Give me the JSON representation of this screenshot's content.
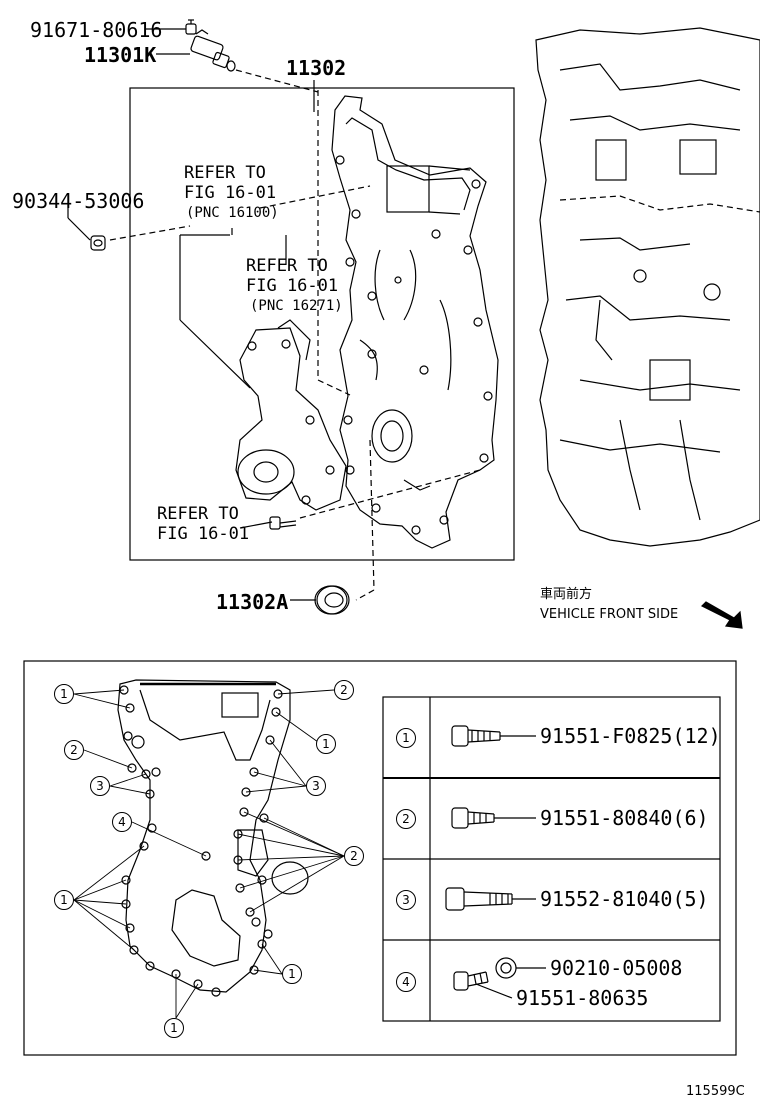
{
  "top_diagram": {
    "parts": [
      {
        "id": "p1",
        "number": "91671-80616"
      },
      {
        "id": "p2",
        "number": "11301K"
      },
      {
        "id": "p3",
        "number": "11302"
      },
      {
        "id": "p4",
        "number": "90344-53006"
      },
      {
        "id": "p5",
        "number": "11302A"
      }
    ],
    "refers": [
      {
        "line1": "REFER TO",
        "line2": "FIG 16-01",
        "line3": "(PNC 16100)"
      },
      {
        "line1": "REFER TO",
        "line2": "FIG 16-01",
        "line3": "(PNC 16271)"
      },
      {
        "line1": "REFER TO",
        "line2": "FIG 16-01"
      }
    ],
    "direction_jp": "車両前方",
    "direction_en": "VEHICLE FRONT SIDE"
  },
  "callout_marks": [
    "1",
    "2",
    "3",
    "4"
  ],
  "bolt_table": [
    {
      "key": "1",
      "parts": [
        "91551-F0825(12)"
      ],
      "icon": "flange-bolt-icon"
    },
    {
      "key": "2",
      "parts": [
        "91551-80840(6)"
      ],
      "icon": "flange-bolt-icon"
    },
    {
      "key": "3",
      "parts": [
        "91552-81040(5)"
      ],
      "icon": "flange-bolt-icon"
    },
    {
      "key": "4",
      "parts": [
        "90210-05008",
        "91551-80635"
      ],
      "icon": "bolt-with-washer-icon"
    }
  ],
  "figure_id": "115599C"
}
